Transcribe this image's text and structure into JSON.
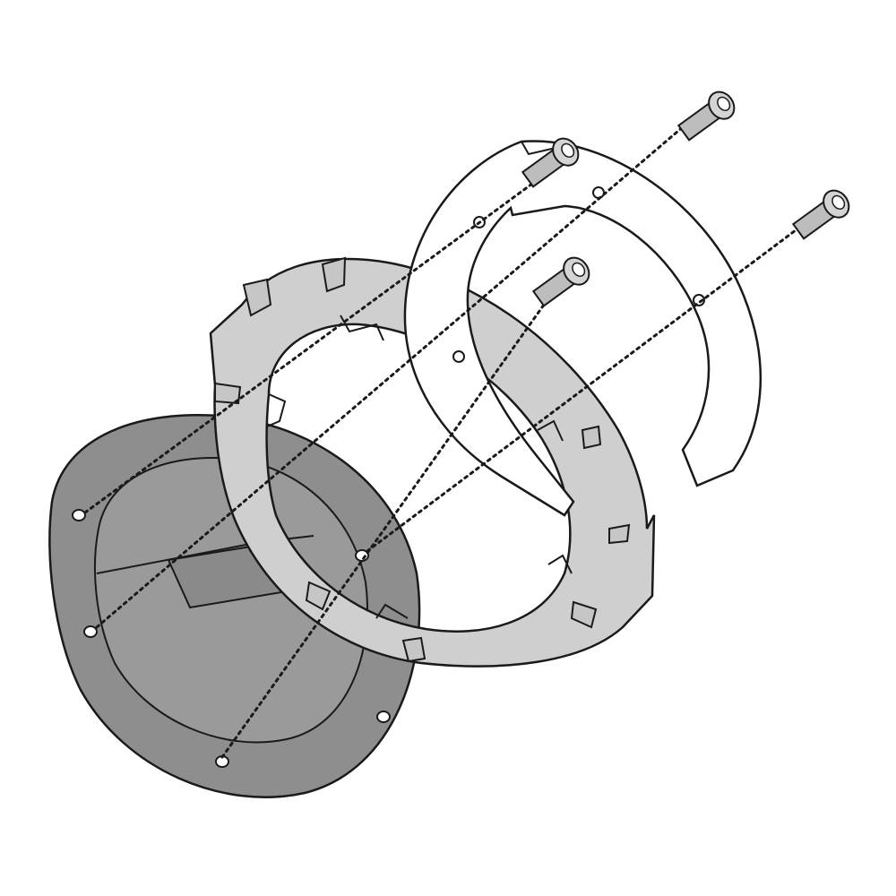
{
  "diagram": {
    "parts": [
      {
        "id": "tank-cap",
        "kind": "tank-filler-cap"
      },
      {
        "id": "gray-ring",
        "kind": "tank-ring-flange"
      },
      {
        "id": "white-ring",
        "kind": "adapter-plate"
      },
      {
        "id": "bolts",
        "kind": "mounting-bolt",
        "count": 4
      }
    ],
    "colors": {
      "outline": "#1a1a1a",
      "cap_fill": "#8e8e8e",
      "cap_inner": "#9a9a9a",
      "ring_fill": "#cfcfcf",
      "plate_fill": "#ffffff",
      "bolt_fill": "#bdbdbd",
      "background": "#ffffff"
    }
  }
}
